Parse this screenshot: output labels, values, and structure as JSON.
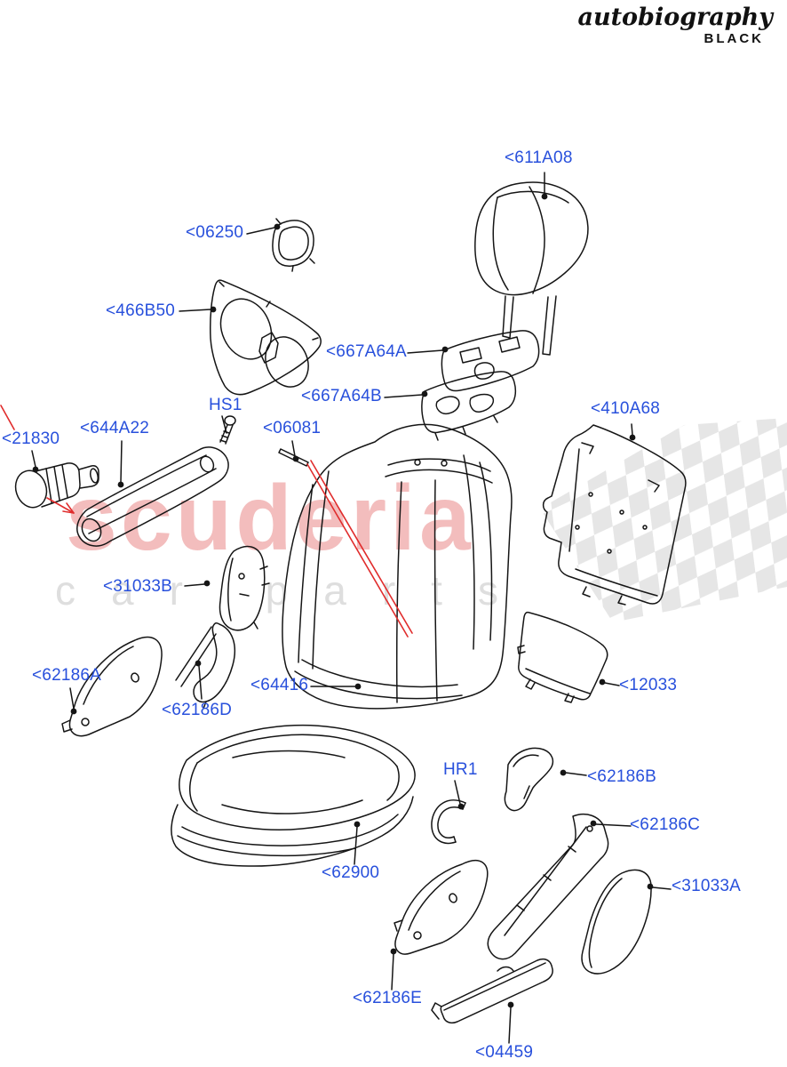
{
  "branding": {
    "name": "autobiography",
    "edition": "BLACK"
  },
  "watermark": {
    "primary": "scuderia",
    "secondary": "car parts"
  },
  "colors": {
    "label_blue": "#2850dc",
    "line_black": "#151515",
    "arrow_red": "#e02c2c",
    "watermark_pink": "#f3bdbd",
    "watermark_gray": "#dedede",
    "checker_gray": "#e6e6e6"
  },
  "parts": [
    {
      "code": "<611A08"
    },
    {
      "code": "<06250"
    },
    {
      "code": "<466B50"
    },
    {
      "code": "<667A64A"
    },
    {
      "code": "<667A64B"
    },
    {
      "code": "<410A68"
    },
    {
      "code": "<21830"
    },
    {
      "code": "<644A22"
    },
    {
      "code": "HS1"
    },
    {
      "code": "<06081"
    },
    {
      "code": "<31033B"
    },
    {
      "code": "<62186A"
    },
    {
      "code": "<62186D"
    },
    {
      "code": "<64416"
    },
    {
      "code": "<12033"
    },
    {
      "code": "<62900"
    },
    {
      "code": "HR1"
    },
    {
      "code": "<62186B"
    },
    {
      "code": "<62186C"
    },
    {
      "code": "<31033A"
    },
    {
      "code": "<62186E"
    },
    {
      "code": "<04459"
    }
  ]
}
